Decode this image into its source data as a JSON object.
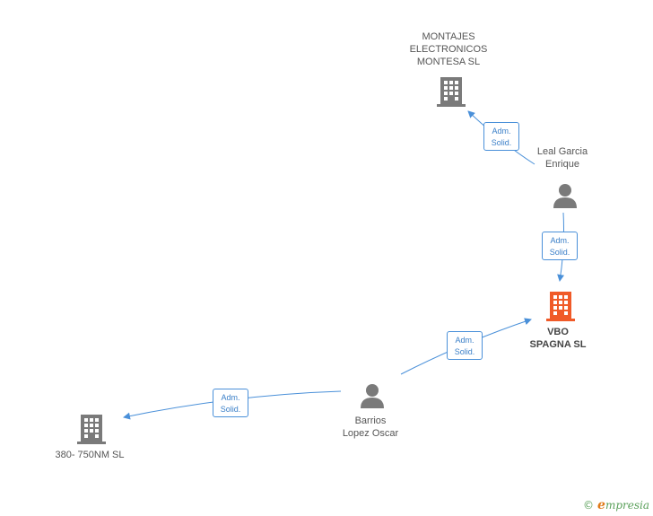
{
  "nodes": {
    "montajes": {
      "label": "MONTAJES\nELECTRONICOS\nMONTESA SL",
      "type": "company",
      "color": "#7a7a7a"
    },
    "leal": {
      "label": "Leal Garcia\nEnrique",
      "type": "person",
      "color": "#7a7a7a"
    },
    "vbo": {
      "label": "VBO\nSPAGNA SL",
      "type": "company",
      "color": "#f05a28"
    },
    "barrios": {
      "label": "Barrios\nLopez Oscar",
      "type": "person",
      "color": "#7a7a7a"
    },
    "nm380": {
      "label": "380- 750NM  SL",
      "type": "company",
      "color": "#7a7a7a"
    }
  },
  "edges": [
    {
      "from": "leal",
      "to": "montajes",
      "label": "Adm.\nSolid."
    },
    {
      "from": "leal",
      "to": "vbo",
      "label": "Adm.\nSolid."
    },
    {
      "from": "barrios",
      "to": "vbo",
      "label": "Adm.\nSolid."
    },
    {
      "from": "barrios",
      "to": "nm380",
      "label": "Adm.\nSolid."
    }
  ],
  "colors": {
    "edge": "#4a90d9",
    "icon_gray": "#7a7a7a",
    "icon_highlight": "#f05a28"
  },
  "footer": {
    "symbol": "©",
    "brand_first": "e",
    "brand_rest": "mpresia"
  }
}
